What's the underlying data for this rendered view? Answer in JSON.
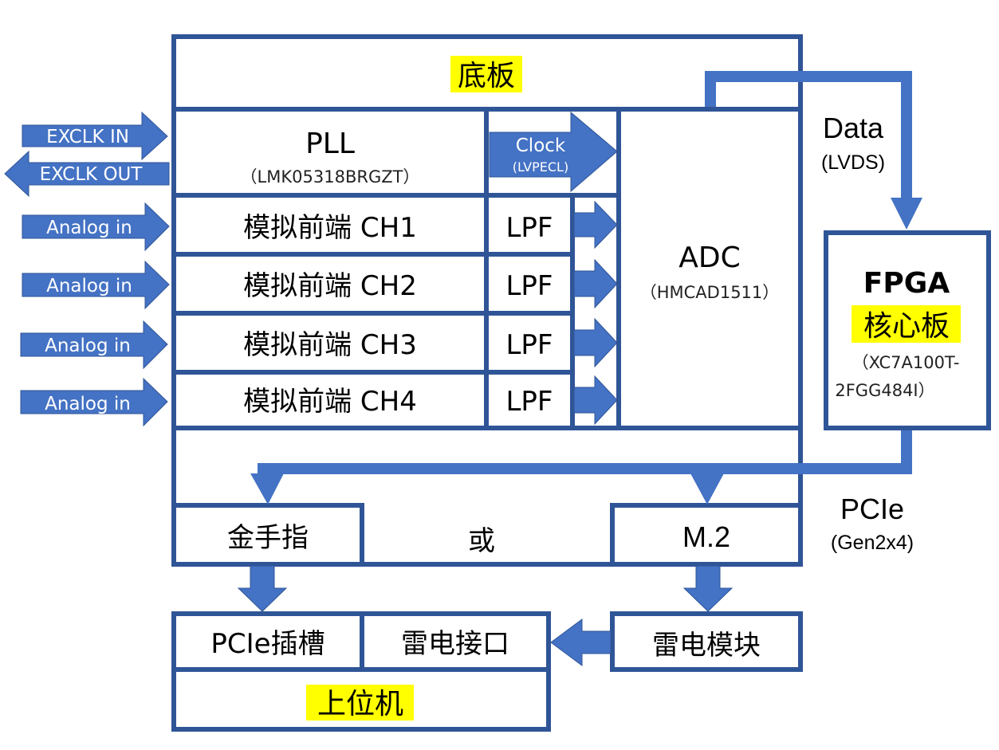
{
  "diagram": {
    "baseboard": {
      "title": "底板"
    },
    "pll": {
      "title": "PLL",
      "part": "（LMK05318BRGZT）"
    },
    "clock_arrow": {
      "label": "Clock",
      "sub": "(LVPECL)"
    },
    "adc": {
      "title": "ADC",
      "part": "（HMCAD1511）"
    },
    "channels": [
      {
        "input": "Analog in",
        "frontend": "模拟前端 CH1",
        "filter": "LPF"
      },
      {
        "input": "Analog in",
        "frontend": "模拟前端 CH2",
        "filter": "LPF"
      },
      {
        "input": "Analog in",
        "frontend": "模拟前端 CH3",
        "filter": "LPF"
      },
      {
        "input": "Analog in",
        "frontend": "模拟前端 CH4",
        "filter": "LPF"
      }
    ],
    "exclk_in": "EXCLK IN",
    "exclk_out": "EXCLK OUT",
    "data_link": {
      "label": "Data",
      "sub": "(LVDS)"
    },
    "fpga": {
      "title": "FPGA",
      "subtitle": "核心板",
      "part_line1": "（XC7A100T-",
      "part_line2": "2FGG484I）"
    },
    "pcie_link": {
      "label": "PCIe",
      "sub": "(Gen2x4)"
    },
    "gold_finger": "金手指",
    "or_label": "或",
    "m2": "M.2",
    "host": {
      "title": "上位机",
      "pcie_slot": "PCIe插槽",
      "thunderbolt_port": "雷电接口"
    },
    "thunderbolt_module": "雷电模块",
    "colors": {
      "box_stroke": "#2f5597",
      "arrow_fill": "#4472c4",
      "highlight": "#ffff00"
    }
  }
}
